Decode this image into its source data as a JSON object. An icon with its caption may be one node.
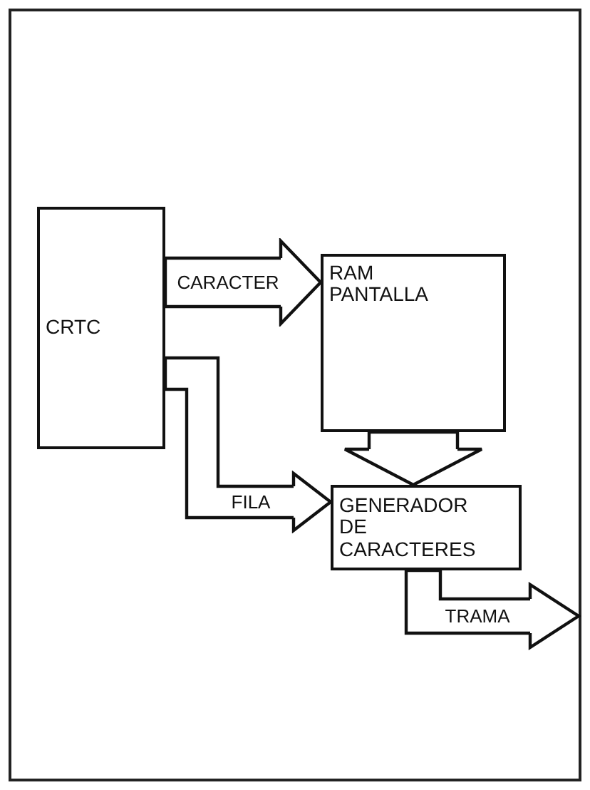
{
  "diagram": {
    "nodes": [
      {
        "text": [
          "CRTC"
        ]
      },
      {
        "text": [
          "RAM PANTALLA"
        ]
      },
      {
        "text": [
          "GENERADOR DE CARACTERES"
        ]
      }
    ],
    "edges": [
      {
        "from": 0,
        "to": 1,
        "arrow": "to",
        "label": "CARACTER"
      },
      {
        "from": 1,
        "to": 2,
        "arrow": "to"
      },
      {
        "from": 0,
        "to": 2,
        "arrow": "to",
        "label": "FILA"
      },
      {
        "from": 2,
        "to": null,
        "arrow": "to",
        "label": "TRAMA"
      }
    ]
  }
}
